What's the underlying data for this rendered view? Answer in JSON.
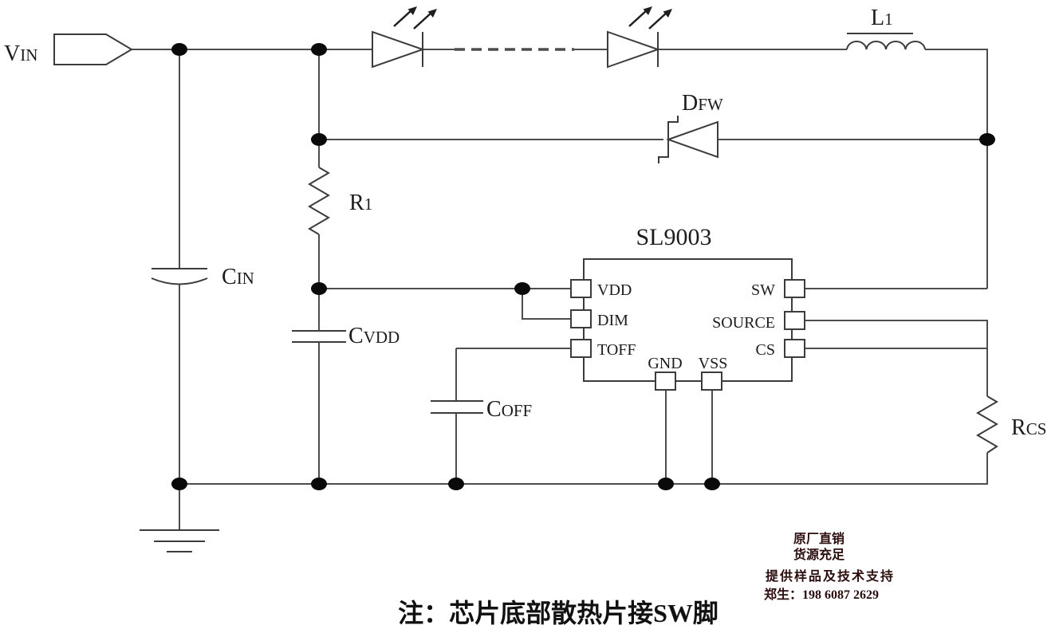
{
  "diagram": {
    "note": "注：芯片底部散热片接SW脚"
  },
  "components": {
    "vin": {
      "big": "V",
      "small": "IN"
    },
    "l1": {
      "big": "L",
      "small": "1"
    },
    "dfw": {
      "big": "D",
      "small": "FW"
    },
    "r1": {
      "big": "R",
      "small": "1"
    },
    "cin": {
      "big": "C",
      "small": "IN"
    },
    "cvdd": {
      "big": "C",
      "small": "VDD"
    },
    "coff": {
      "big": "C",
      "small": "OFF"
    },
    "rcs": {
      "big": "R",
      "small": "CS"
    }
  },
  "chip": {
    "title": "SL9003",
    "pins_left": [
      "VDD",
      "DIM",
      "TOFF"
    ],
    "pins_right": [
      "SW",
      "SOURCE",
      "CS"
    ],
    "pins_bottom": [
      "GND",
      "VSS"
    ]
  },
  "promo": {
    "lines": [
      "原厂直销",
      "货源充足",
      "提供样品及技术支持",
      "郑生：198 6087 2629"
    ],
    "color": "#2b0d0d"
  },
  "colors": {
    "wire": "#4d4d4d",
    "component_stroke": "#3c3c3c",
    "junction_dot": "#0a0a0a",
    "text": "#1c1c1c",
    "background": "#ffffff"
  }
}
